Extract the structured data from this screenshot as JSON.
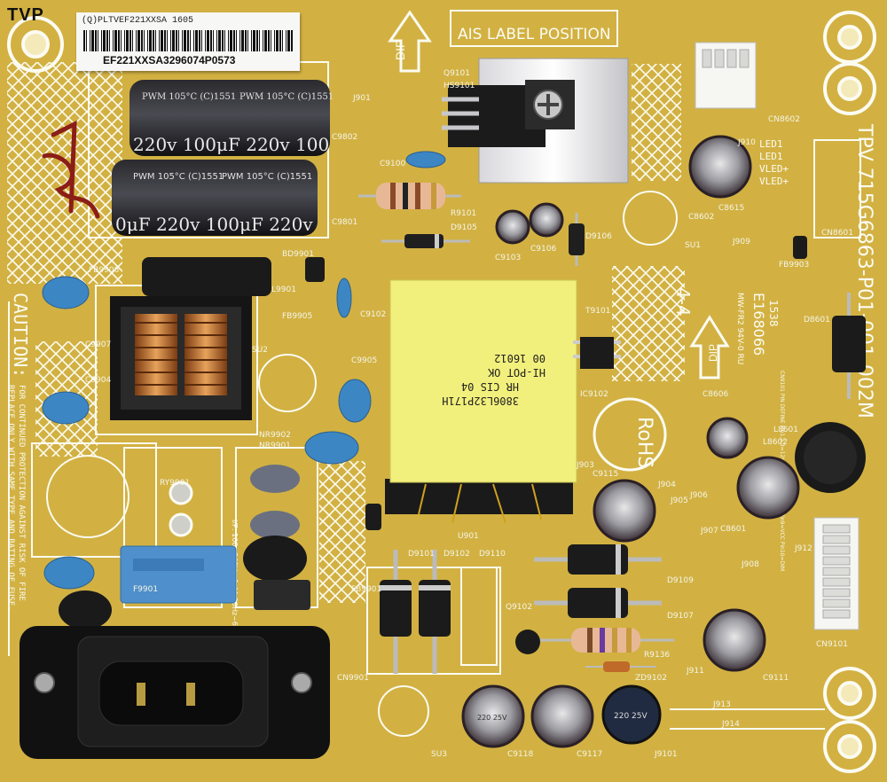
{
  "corner_label": "TVP",
  "sticker": {
    "line1": "(Q)PLTVEF221XXSA 1605",
    "line2": "EF221XXSA3296074P0573"
  },
  "board": {
    "ais_label": "AIS LABEL POSITION",
    "model_text": "TPV 715G6863-P01-001-002M",
    "dip_top": "DIP",
    "dip_right": "DIP",
    "rohs": "RoHS",
    "cert": "E168066",
    "rating_text": "MW-FR2 94V-0 RU",
    "date_code": "1538",
    "caution_title": "CAUTION:",
    "caution_body1": "FOR CONTINUED PROTECTION AGAINST RISK OF FIRE",
    "caution_body2": "REPLACE ONLY WITH SAME TYPE AND RATING OF FUSE.",
    "input_rating": "I/P: 100~240V~ 1.4A 50Hz~60Hz",
    "rating_44": "4-4",
    "cn_define": "CN9101 PIN DEFINE Pin1,2,3=12V Pin4,5,6,7,8=GND Pin9=VCC Pin10=DIM",
    "led_pins": [
      "LED1",
      "LED1",
      "VLED+",
      "VLED+"
    ]
  },
  "capacitors": {
    "big_cap_top": "220v 100μF 220v 100",
    "big_cap_bottom": "0μF 220v 100μF 220v",
    "big_cap_brand": "PWM 105°C (C)1551",
    "cap_c9117": "220 25V",
    "cap_c9118": "220 25V"
  },
  "transformer": {
    "line1": "3806L32P171H",
    "line2": "HR   CIS 04",
    "line3": "HI-POT   OK",
    "line4": "00   16012"
  },
  "refs": [
    "J901",
    "C9802",
    "C9801",
    "C9100",
    "R9101",
    "D9105",
    "C9103",
    "C9106",
    "D9106",
    "BD9901",
    "L9901",
    "FB9906",
    "FB9905",
    "C9102",
    "C9907",
    "C9904",
    "C9905",
    "NR9902",
    "NR9901",
    "RY9901",
    "F9901",
    "CN9901",
    "FB9901",
    "D9101",
    "D9102",
    "D9110",
    "Q9102",
    "D9109",
    "D9107",
    "R9136",
    "ZD9102",
    "C9118",
    "C9117",
    "J9101",
    "J913",
    "J914",
    "C9111",
    "CN9101",
    "CN8601",
    "CN8602",
    "FB9903",
    "D8601",
    "C8602",
    "C8615",
    "C8606",
    "L8601",
    "L8602",
    "C8601",
    "J908",
    "J907",
    "J906",
    "J905",
    "J904",
    "J903",
    "C9115",
    "U901",
    "SU1",
    "SU2",
    "SU3",
    "Q9101",
    "HS9101",
    "T9101",
    "IC9102",
    "J909",
    "J910",
    "J911",
    "J912"
  ],
  "colors": {
    "pcb": "#d6b444",
    "pcb_dark": "#b8952a",
    "silkscreen": "#fbfbf2",
    "transformer_tape": "#f2f07c",
    "ceramic_cap_blue": "#3d86c4"
  }
}
